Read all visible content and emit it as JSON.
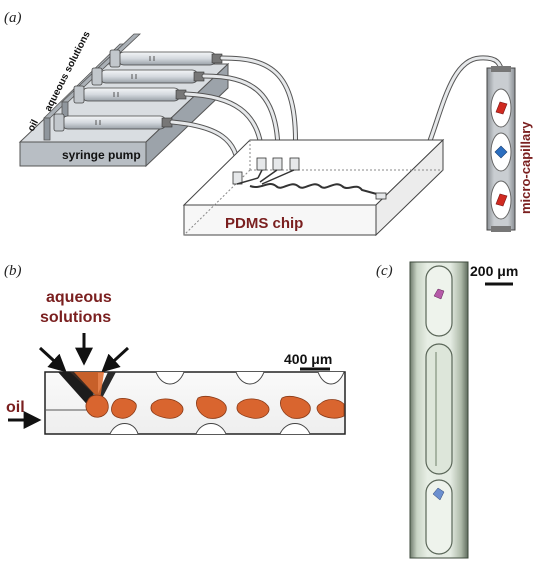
{
  "panels": {
    "a": {
      "label": "(a)",
      "pump_label": "syringe pump",
      "oil_label": "oil",
      "aqueous_label": "aqueous solutions",
      "chip_label": "PDMS chip",
      "capillary_label": "micro-capillary"
    },
    "b": {
      "label": "(b)",
      "aqueous_line1": "aqueous",
      "aqueous_line2": "solutions",
      "oil_label": "oil",
      "scale_label": "400 μm"
    },
    "c": {
      "label": "(c)",
      "scale_label": "200 μm"
    }
  },
  "colors": {
    "maroon": "#7a1f1f",
    "droplet": "#d9652f",
    "crystal_red": "#d02a20",
    "crystal_blue": "#2c6fc0",
    "pump_gray": "#c2c7cc"
  },
  "icons": {
    "arrow": "arrow-icon",
    "crystal": "crystal-icon"
  }
}
